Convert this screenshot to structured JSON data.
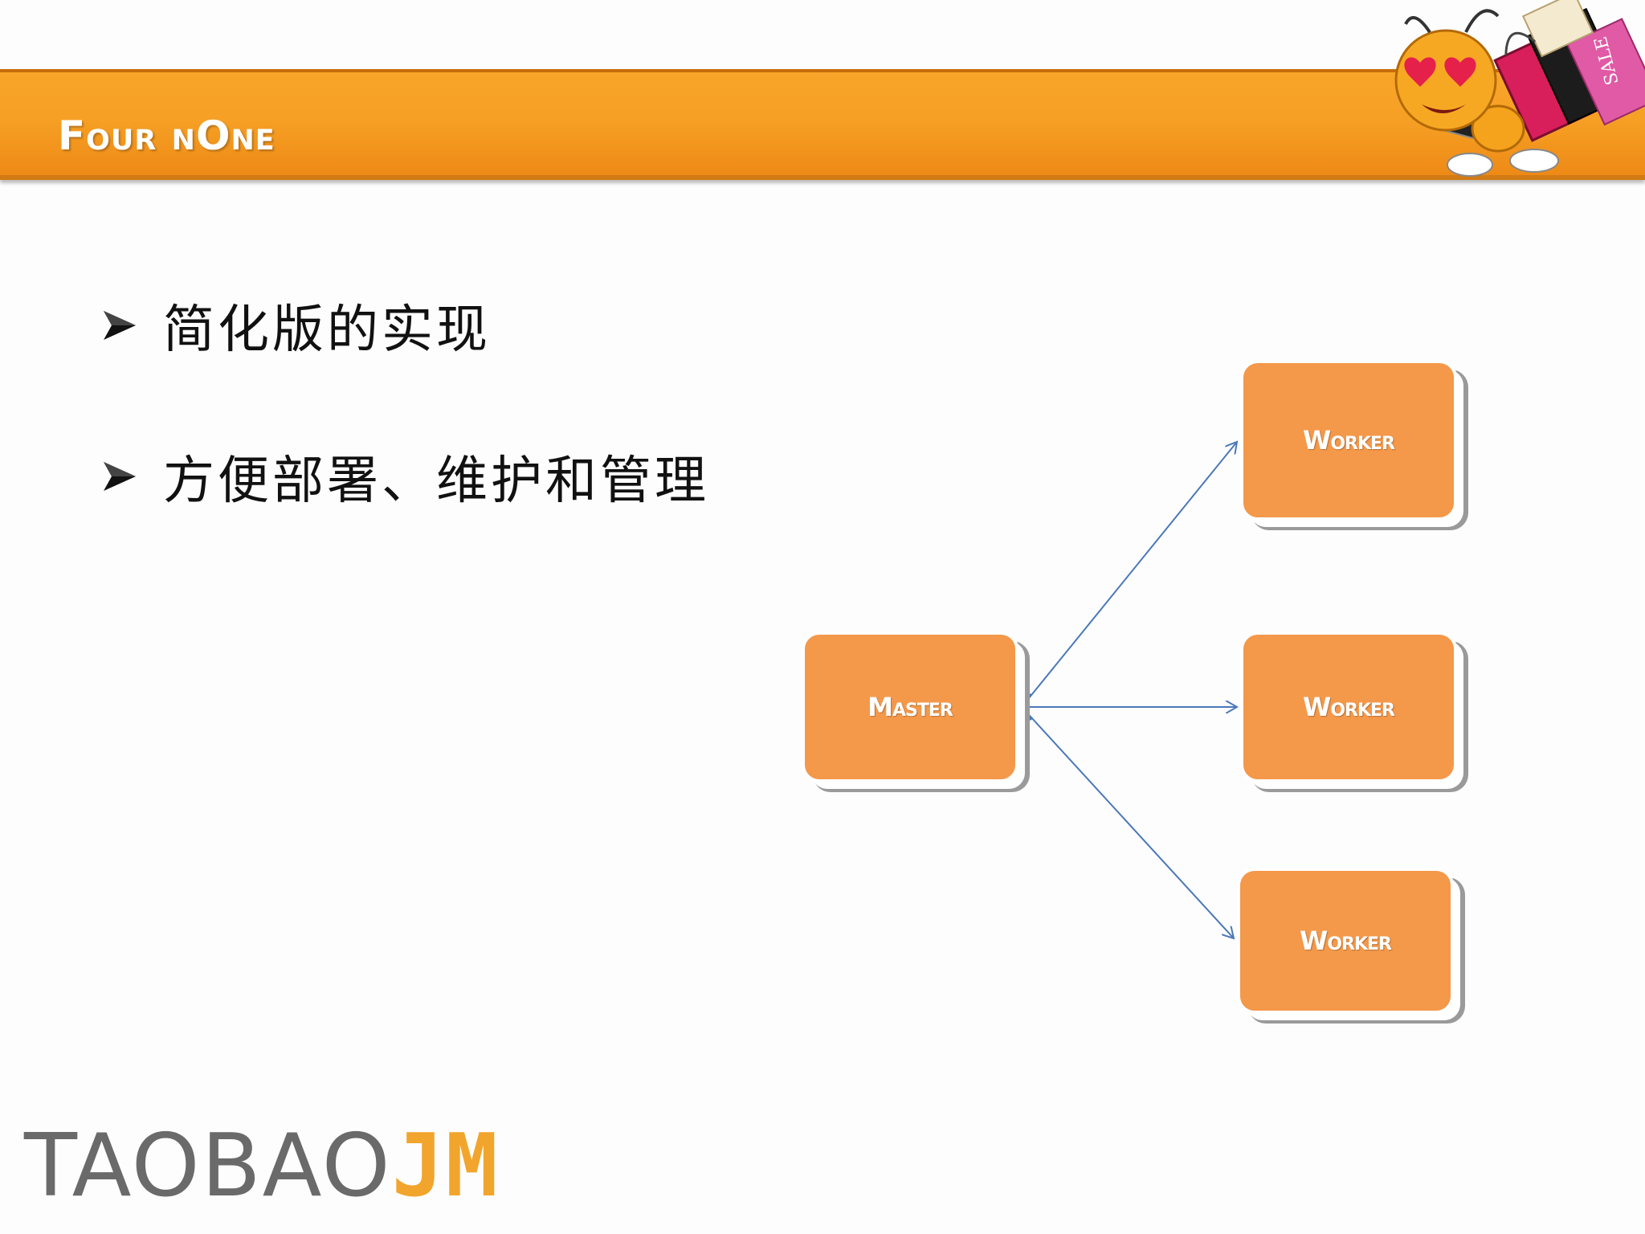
{
  "slide": {
    "header_title": "Four nOne",
    "bullets": [
      {
        "text": "简化版的实现"
      },
      {
        "text": "方便部署、维护和管理"
      }
    ]
  },
  "diagram": {
    "master_label": "Master",
    "worker_labels": [
      "Worker",
      "Worker",
      "Worker"
    ]
  },
  "footer": {
    "logo_part1": "TAOBAO",
    "logo_part2": "JM"
  },
  "colors": {
    "header": "#f6a025",
    "node": "#f4984a",
    "edge": "#4a78b8",
    "logo_gray": "#6a6a6a",
    "logo_orange": "#f2a52c"
  },
  "icons": {
    "bullet": "arrowhead-bullet-icon",
    "mascot": "ant-mascot-shopping-bags-icon"
  }
}
